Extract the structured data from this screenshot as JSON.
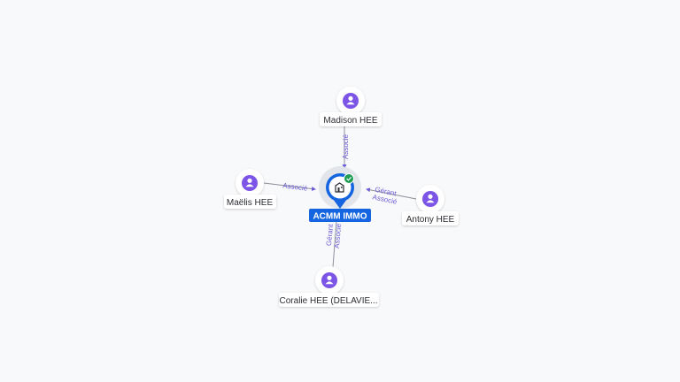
{
  "center": {
    "label": "ACMM IMMO",
    "icon": "building-icon",
    "badge_icon": "check-icon",
    "color": "#1565e0",
    "badge_color": "#1f9d55"
  },
  "people": [
    {
      "id": "madison",
      "label": "Madison HEE",
      "roles": [
        "Associé"
      ]
    },
    {
      "id": "maelis",
      "label": "Maëlis HEE",
      "roles": [
        "Associé"
      ]
    },
    {
      "id": "antony",
      "label": "Antony HEE",
      "roles": [
        "Gérant",
        "Associé"
      ]
    },
    {
      "id": "coralie",
      "label": "Coralie HEE (DELAVIE...",
      "roles": [
        "Gérant",
        "Associé"
      ]
    }
  ],
  "colors": {
    "person_icon": "#7c55e6",
    "edge_label": "#6b5bd6",
    "edge_line": "#8a8f99"
  }
}
